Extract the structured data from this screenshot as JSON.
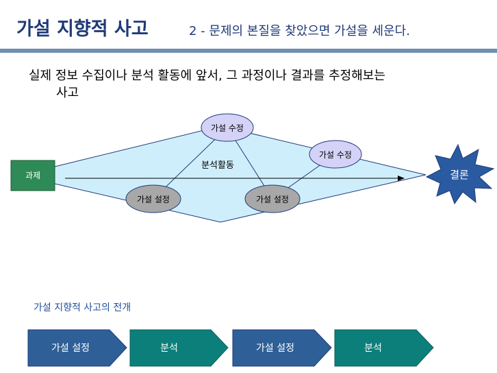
{
  "header": {
    "title": "가설 지향적 사고",
    "subtitle": "2 -  문제의 본질을 찾았으면 가설을 세운다."
  },
  "intro": {
    "line1": "실제 정보 수집이나 분석 활동에 앞서, 그 과정이나 결과를 추정해보는",
    "line2": "사고"
  },
  "diagram": {
    "task_label": "과제",
    "conclusion_label": "결론",
    "center_label": "분석활동",
    "hypothesis_revise_top": "가설 수정",
    "hypothesis_revise_right": "가설 수정",
    "hypothesis_set_left": "가설 설정",
    "hypothesis_set_mid": "가설 설정",
    "colors": {
      "diamond_fill": "#cfeefb",
      "task_fill": "#2e8b57",
      "conclusion_fill": "#2a5aa0",
      "revise_fill": "#d5d2f7",
      "set_fill": "#a8a8a8"
    }
  },
  "flow": {
    "caption": "가설 지향적 사고의 전개",
    "steps": [
      "가설 설정",
      "분석",
      "가설 설정",
      "분석"
    ],
    "colors": {
      "blue": "#2f5f97",
      "teal": "#0d7f7a"
    }
  }
}
